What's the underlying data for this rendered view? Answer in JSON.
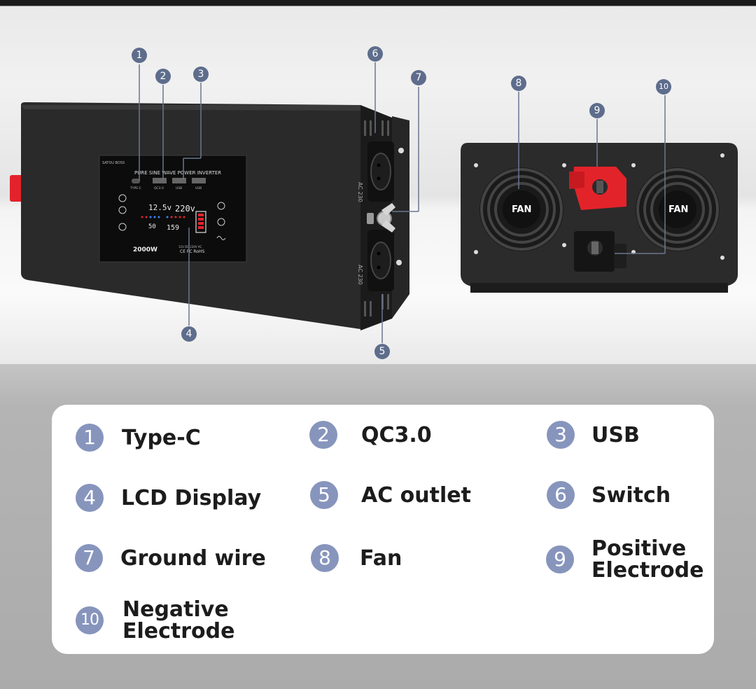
{
  "callouts": [
    "1",
    "2",
    "3",
    "4",
    "5",
    "6",
    "7",
    "8",
    "9",
    "10"
  ],
  "device": {
    "brand": "SATOU BOSS",
    "panel_title": "PURE SINE WAVE POWER INVERTER",
    "port_labels": [
      "TYPE-C",
      "QC3.0",
      "USB",
      "USB"
    ],
    "power": "2000W",
    "input_voltage": "12.5v",
    "output_voltage": "220v",
    "output_freq": "50",
    "output_power": "159",
    "spec": "12V DC\n230V AC",
    "cert": "CE FC RoHS",
    "outlet_label": "AC 230",
    "fan_left": "FAN",
    "fan_right": "FAN"
  },
  "legend": [
    {
      "num": "1",
      "label": "Type-C"
    },
    {
      "num": "2",
      "label": "QC3.0"
    },
    {
      "num": "3",
      "label": "USB"
    },
    {
      "num": "4",
      "label": "LCD Display"
    },
    {
      "num": "5",
      "label": "AC outlet"
    },
    {
      "num": "6",
      "label": "Switch"
    },
    {
      "num": "7",
      "label": "Ground wire"
    },
    {
      "num": "8",
      "label": "Fan"
    },
    {
      "num": "9",
      "label": "Positive\nElectrode"
    },
    {
      "num": "10",
      "label": "Negative\nElectrode"
    }
  ],
  "colors": {
    "badge": "#8795bd",
    "callout": "#5e6d8c",
    "terminal_positive": "#e3232a",
    "device_body": "#2a2a2a"
  }
}
